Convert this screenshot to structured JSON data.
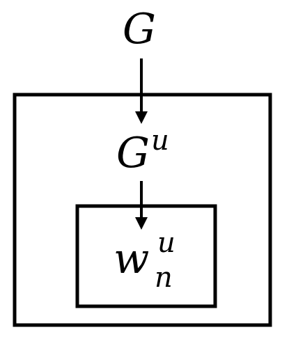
{
  "diagram": {
    "top_node": {
      "base": "G"
    },
    "middle_node": {
      "base": "G",
      "sup": "u"
    },
    "inner_node": {
      "base": "w",
      "sub": "n",
      "sup": "u"
    },
    "colors": {
      "stroke": "#000000",
      "background": "#ffffff"
    }
  }
}
